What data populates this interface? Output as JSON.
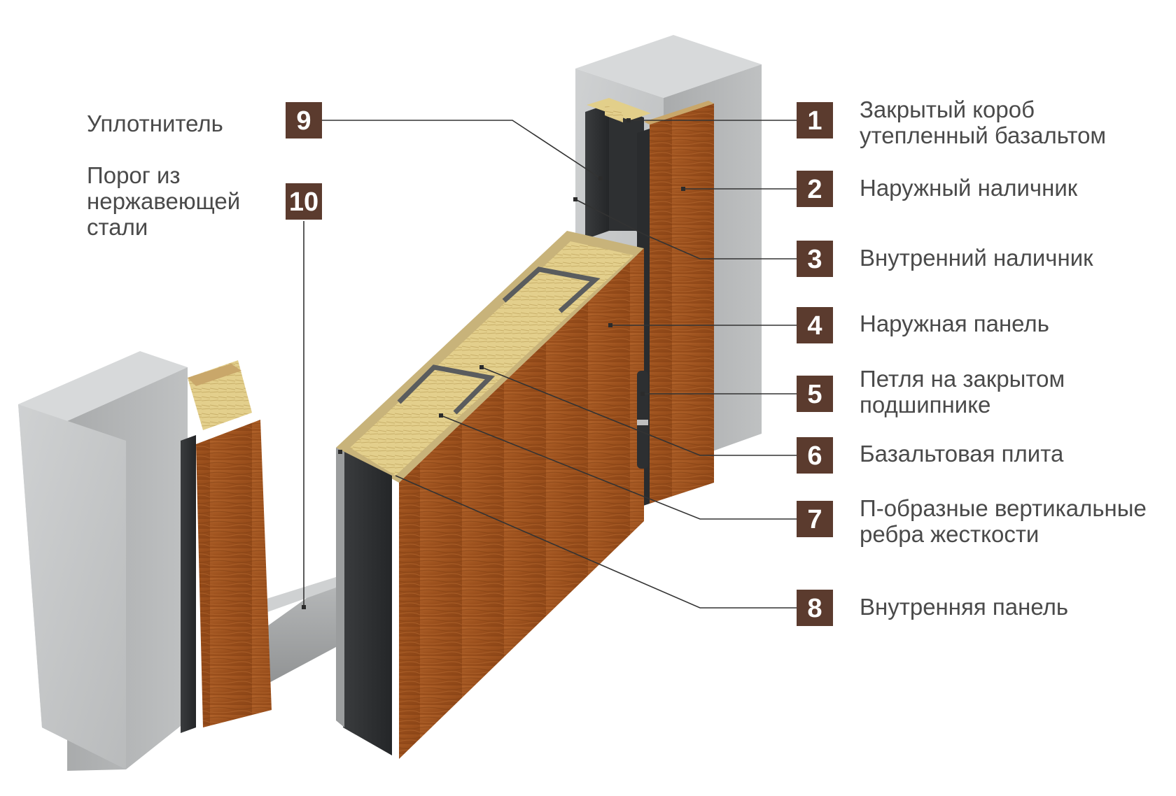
{
  "colors": {
    "badge": "#5b3b2e",
    "label_text": "#4a4a4a",
    "leader_line": "#333333",
    "concrete": "#c9cbcc",
    "wood": "#a2561f",
    "basalt": "#e2cf8a",
    "steel_dark": "#2d2f31"
  },
  "callouts": [
    {
      "number": "1",
      "label_lines": [
        "Закрытый короб",
        "утепленный базальтом"
      ]
    },
    {
      "number": "2",
      "label_lines": [
        "Наружный наличник"
      ]
    },
    {
      "number": "3",
      "label_lines": [
        "Внутренний наличник"
      ]
    },
    {
      "number": "4",
      "label_lines": [
        "Наружная панель"
      ]
    },
    {
      "number": "5",
      "label_lines": [
        "Петля на закрытом",
        "подшипнике"
      ]
    },
    {
      "number": "6",
      "label_lines": [
        "Базальтовая плита"
      ]
    },
    {
      "number": "7",
      "label_lines": [
        "П-образные вертикальные",
        "ребра жесткости"
      ]
    },
    {
      "number": "8",
      "label_lines": [
        "Внутренняя панель"
      ]
    },
    {
      "number": "9",
      "label_lines": [
        "Уплотнитель"
      ]
    },
    {
      "number": "10",
      "label_lines": [
        "Порог из",
        "нержавеющей",
        "стали"
      ]
    }
  ]
}
